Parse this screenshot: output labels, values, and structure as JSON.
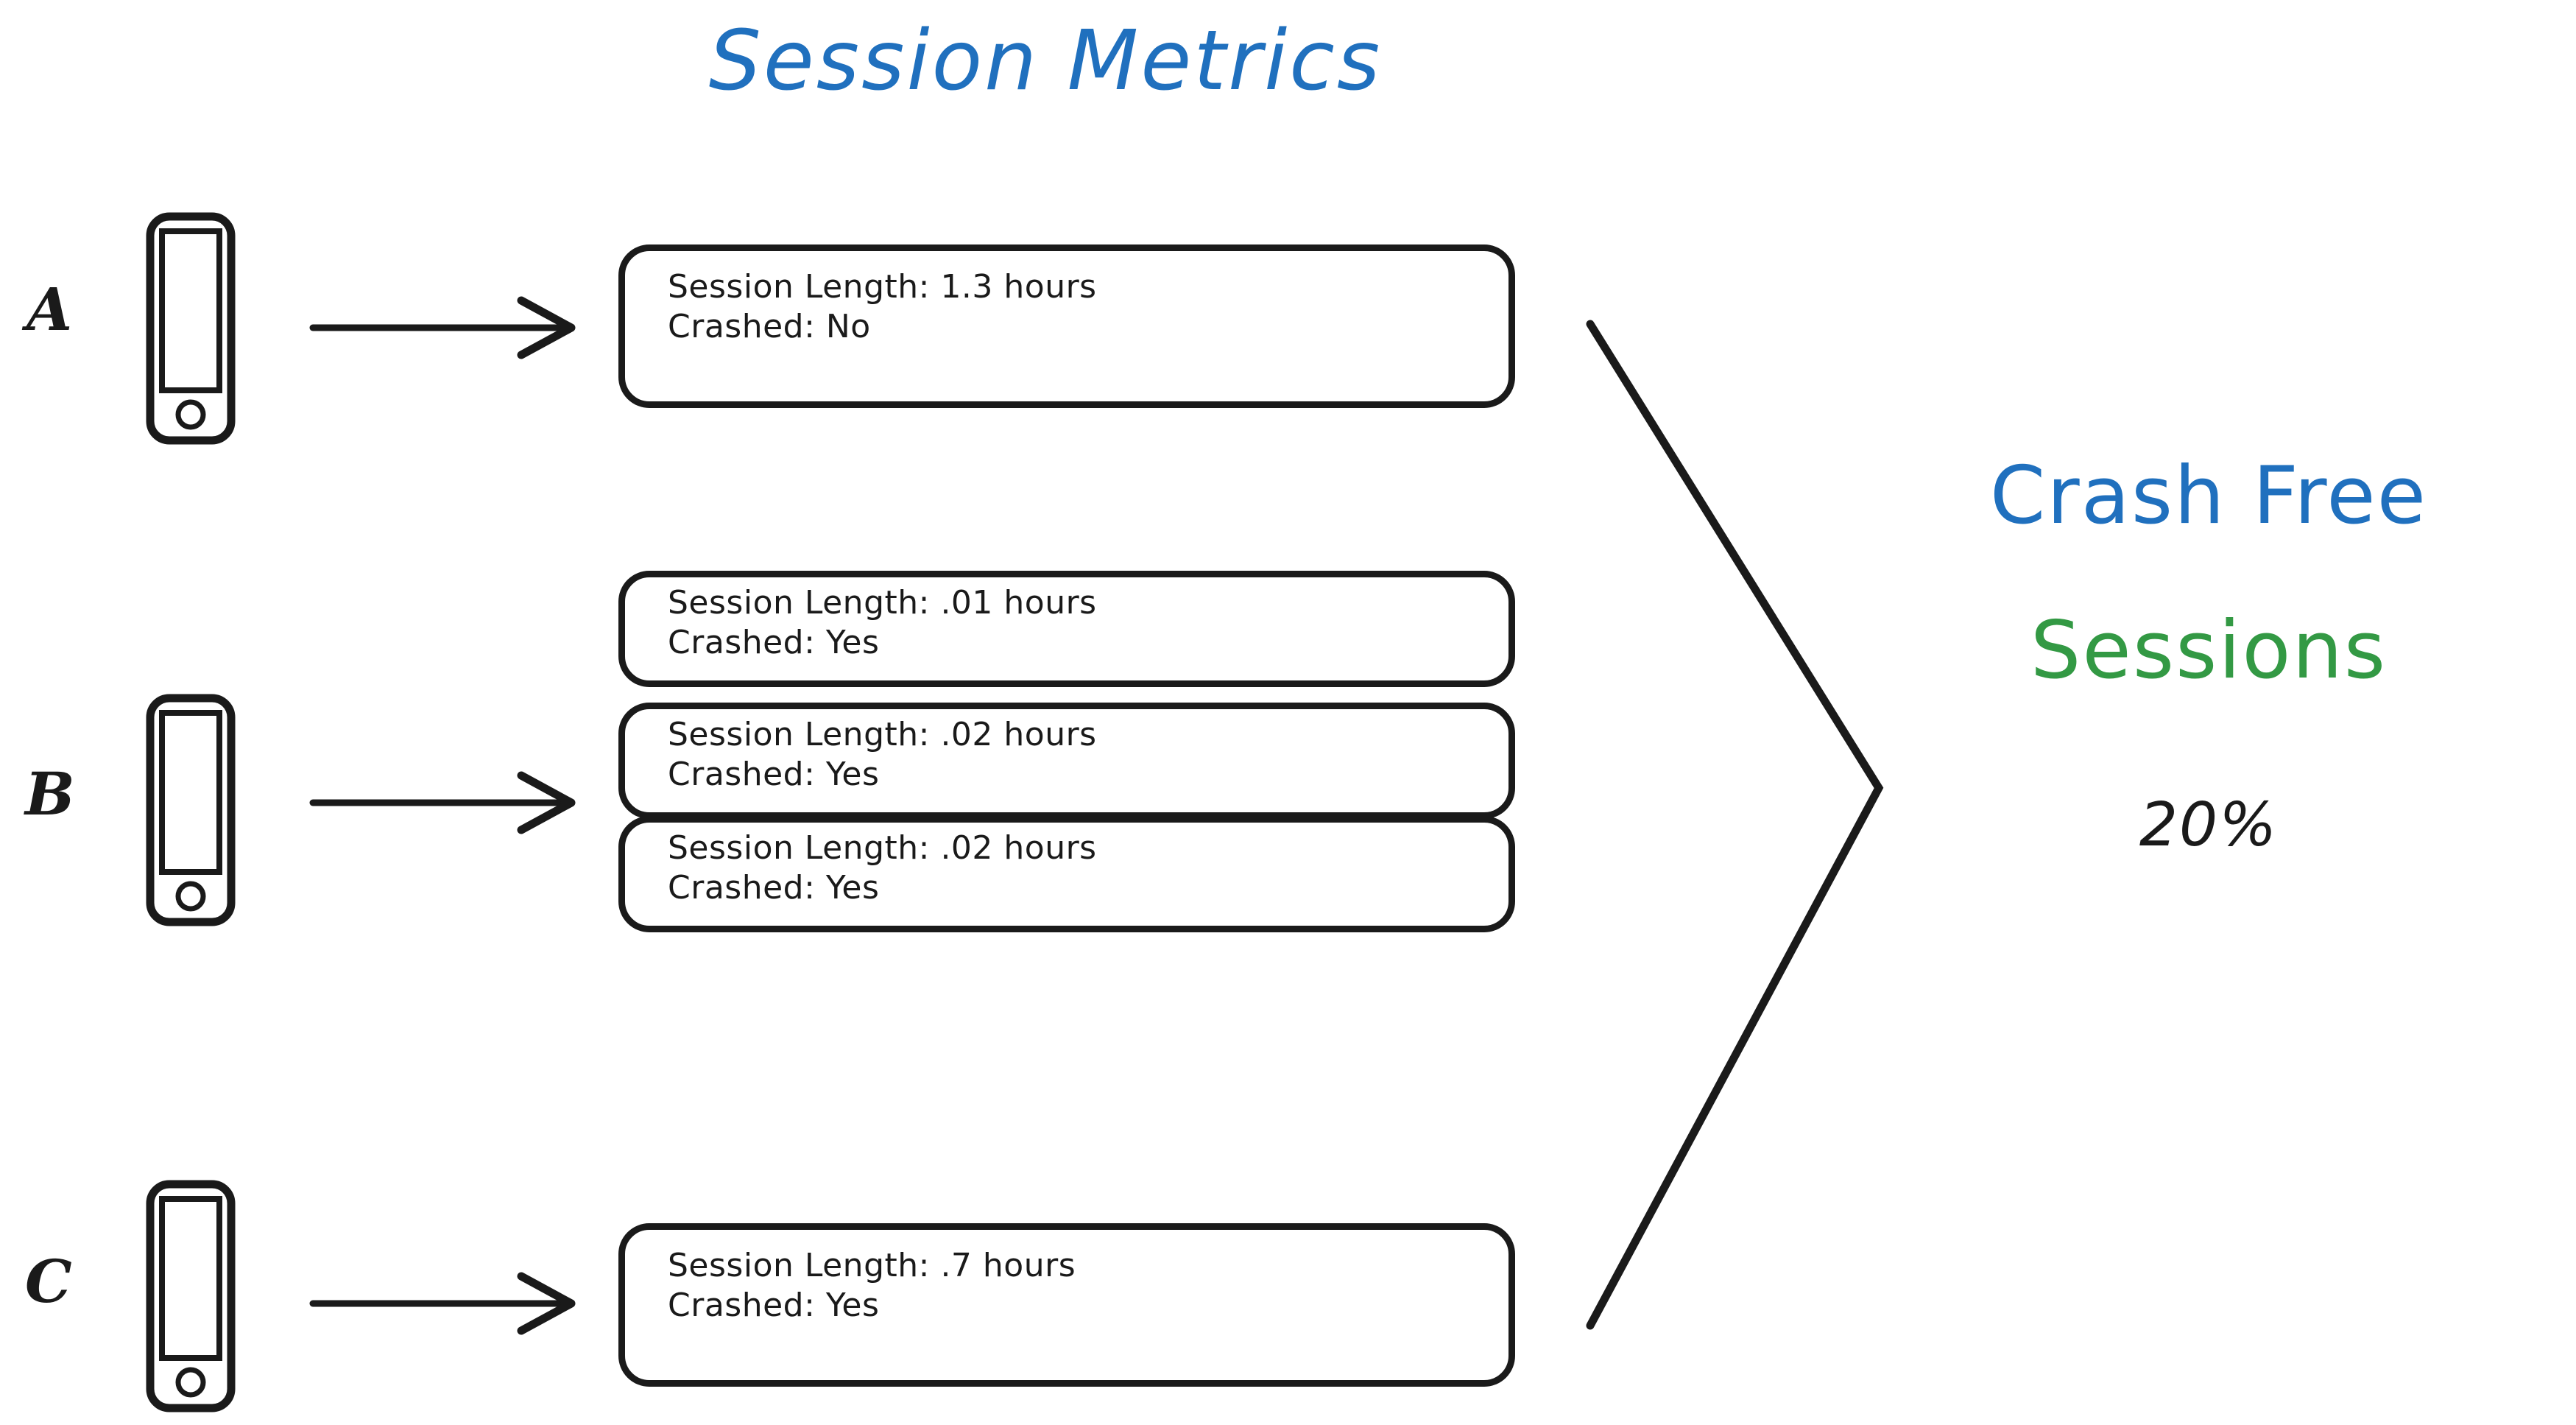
{
  "title": "Session Metrics",
  "colors": {
    "title_blue": "#2070BE",
    "accent_green": "#339944",
    "ink_black": "#1a1a1a",
    "background": "#ffffff"
  },
  "devices": [
    {
      "label": "A",
      "icon": "phone-icon",
      "arrow": "arrow-right-icon"
    },
    {
      "label": "B",
      "icon": "phone-icon",
      "arrow": "arrow-right-icon"
    },
    {
      "label": "C",
      "icon": "phone-icon",
      "arrow": "arrow-right-icon"
    }
  ],
  "sessions": [
    {
      "device": "A",
      "length_line": "Session Length: 1.3 hours",
      "crashed_line": "Crashed: No",
      "length": "1.3",
      "unit": "hours",
      "crashed": "No"
    },
    {
      "device": "B",
      "length_line": "Session Length: .01 hours",
      "crashed_line": "Crashed: Yes",
      "length": ".01",
      "unit": "hours",
      "crashed": "Yes"
    },
    {
      "device": "B",
      "length_line": "Session Length: .02 hours",
      "crashed_line": "Crashed: Yes",
      "length": ".02",
      "unit": "hours",
      "crashed": "Yes"
    },
    {
      "device": "B",
      "length_line": "Session Length: .02 hours",
      "crashed_line": "Crashed: Yes",
      "length": ".02",
      "unit": "hours",
      "crashed": "Yes"
    },
    {
      "device": "C",
      "length_line": "Session Length: .7 hours",
      "crashed_line": "Crashed: Yes",
      "length": ".7",
      "unit": "hours",
      "crashed": "Yes"
    }
  ],
  "result": {
    "line1": "Crash Free",
    "line2": "Sessions",
    "value": "20%"
  },
  "icons": {
    "chevron": "chevron-right-bracket-icon"
  }
}
